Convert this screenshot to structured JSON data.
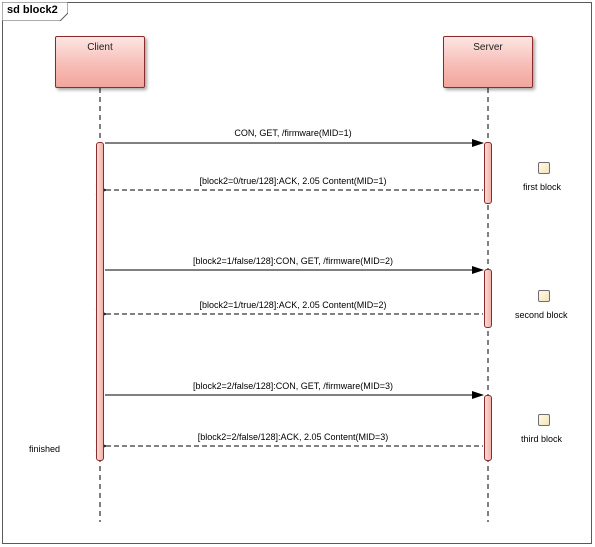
{
  "frame": {
    "title": "sd block2"
  },
  "lifelines": [
    {
      "name": "Client"
    },
    {
      "name": "Server"
    }
  ],
  "messages": [
    {
      "label": "CON, GET, /firmware(MID=1)",
      "kind": "sync"
    },
    {
      "label": "[block2=0/true/128]:ACK, 2.05 Content(MID=1)",
      "kind": "reply"
    },
    {
      "label": "[block2=1/false/128]:CON, GET, /firmware(MID=2)",
      "kind": "sync"
    },
    {
      "label": "[block2=1/true/128]:ACK, 2.05 Content(MID=2)",
      "kind": "reply"
    },
    {
      "label": "[block2=2/false/128]:CON, GET, /firmware(MID=3)",
      "kind": "sync"
    },
    {
      "label": "[block2=2/false/128]:ACK, 2.05 Content(MID=3)",
      "kind": "reply"
    }
  ],
  "states": [
    {
      "label": "first block"
    },
    {
      "label": "second block"
    },
    {
      "label": "third block"
    }
  ],
  "client_note": "finished"
}
